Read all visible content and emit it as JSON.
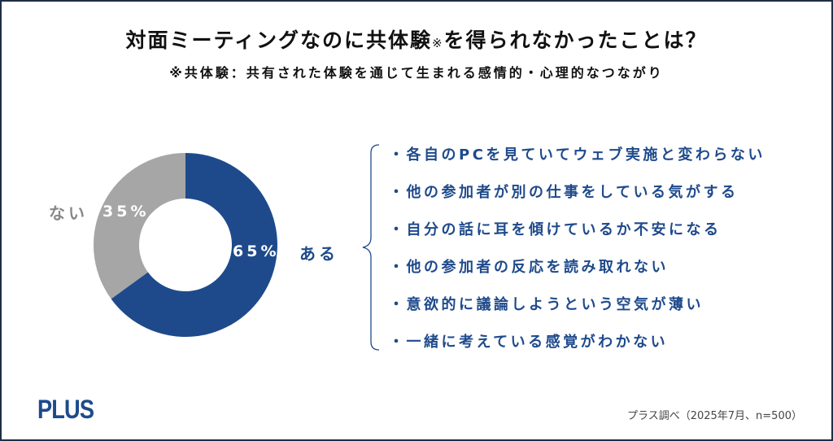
{
  "title": {
    "main": "対面ミーティングなのに共体験",
    "mark": "※",
    "rest": "を得られなかったことは？"
  },
  "subtitle": "※共体験：共有された体験を通じて生まれる感情的・心理的なつながり",
  "chart_data": {
    "type": "pie",
    "donut": true,
    "title": "対面ミーティングなのに共体験※を得られなかったことは？",
    "slices": [
      {
        "name": "ある",
        "value": 65,
        "label": "65%",
        "color": "#1e4a8c"
      },
      {
        "name": "ない",
        "value": 35,
        "label": "35%",
        "color": "#a6a6a6"
      }
    ]
  },
  "reasons": [
    "・各自のPCを見ていてウェブ実施と変わらない",
    "・他の参加者が別の仕事をしている気がする",
    "・自分の話に耳を傾けているか不安になる",
    "・他の参加者の反応を読み取れない",
    "・意欲的に議論しようという空気が薄い",
    "・一緒に考えている感覚がわかない"
  ],
  "logo": "PLUS",
  "source": "プラス調べ（2025年7月、n=500）"
}
